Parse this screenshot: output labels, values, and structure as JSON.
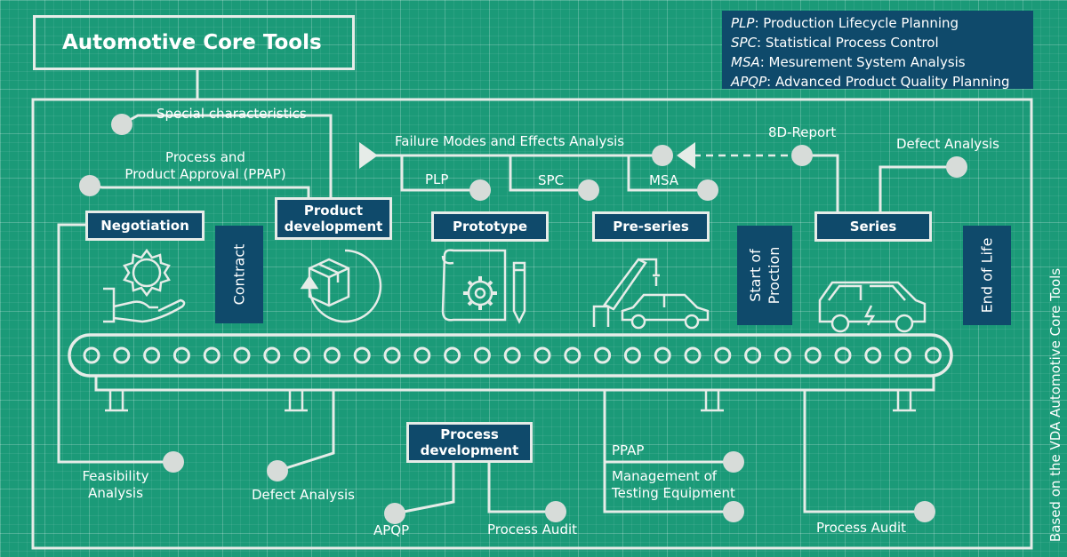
{
  "title": "Automotive Core Tools",
  "legend": [
    {
      "abbr": "PLP",
      "text": ": Production Lifecycle Planning"
    },
    {
      "abbr": "SPC",
      "text": ": Statistical Process Control"
    },
    {
      "abbr": "MSA",
      "text": ": Mesurement System Analysis"
    },
    {
      "abbr": "APQP",
      "text": ": Advanced Product Quality Planning"
    }
  ],
  "source_note": "Based on the VDA Automotive Core Tools",
  "phases": {
    "negotiation": "Negotiation",
    "product_development_1": "Product",
    "product_development_2": "development",
    "prototype": "Prototype",
    "pre_series": "Pre-series",
    "series": "Series",
    "process_development_1": "Process",
    "process_development_2": "development"
  },
  "milestones": {
    "contract": "Contract",
    "start_of_production_1": "Start of",
    "start_of_production_2": "Proction",
    "end_of_life": "End of Life"
  },
  "top_labels": {
    "special_characteristics": "Special characteristics",
    "ppap_1": "Process and",
    "ppap_2": "Product Approval (PPAP)",
    "fmea": "Failure Modes and Effects Analysis",
    "plp": "PLP",
    "spc": "SPC",
    "msa": "MSA",
    "eight_d": "8D-Report",
    "defect_analysis": "Defect Analysis"
  },
  "bottom_labels": {
    "feasibility_1": "Feasibility",
    "feasibility_2": "Analysis",
    "defect_analysis": "Defect Analysis",
    "apqp": "APQP",
    "process_audit_1": "Process Audit",
    "ppap": "PPAP",
    "testing_1": "Management of",
    "testing_2": "Testing Equipment",
    "process_audit_2": "Process Audit"
  },
  "icons": [
    "handshake-quality-icon",
    "box-cycle-icon",
    "blueprint-gear-icon",
    "robot-arm-car-icon",
    "electric-car-icon"
  ],
  "colors": {
    "background": "#1b9a78",
    "box": "#0f4a6b",
    "line": "#e6ece8"
  }
}
